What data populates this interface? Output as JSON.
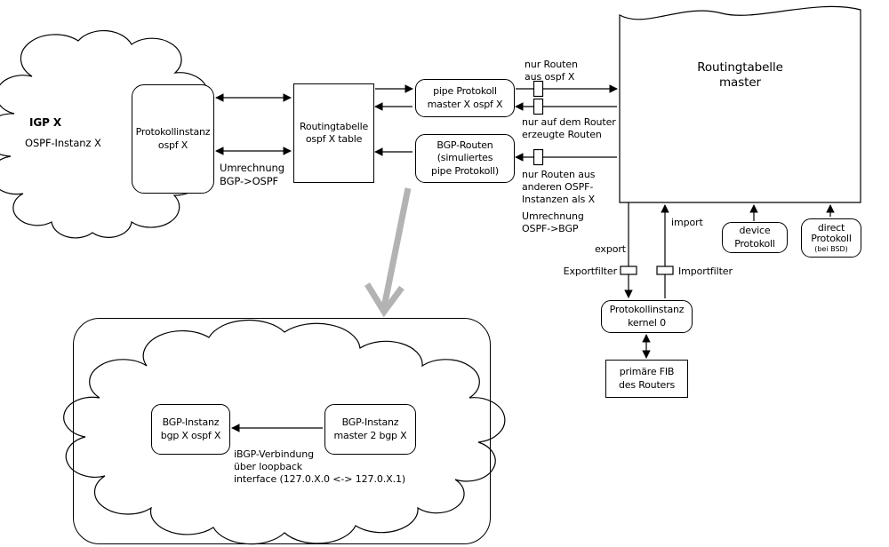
{
  "colors": {
    "line": "#000000",
    "gray_arrow": "#b3b3b3",
    "background": "#ffffff"
  },
  "igp_cloud": {
    "title": "IGP X",
    "subtitle": "OSPF-Instanz X"
  },
  "boxes": {
    "protokollinstanz_ospf": "Protokollinstanz\nospf X",
    "routingtabelle_ospf": "Routingtabelle\nospf X table",
    "pipe_protokoll": "pipe Protokoll\nmaster X ospf X",
    "bgp_routen": "BGP-Routen\n(simuliertes\npipe Protokoll)",
    "routingtabelle_master": "Routingtabelle\nmaster",
    "protokollinstanz_kernel": "Protokollinstanz\nkernel 0",
    "primaere_fib": "primäre FIB\ndes Routers",
    "device_protokoll": "device\nProtokoll",
    "direct_protokoll": "direct\nProtokoll",
    "direct_protokoll_note": "(bei BSD)",
    "bgp_instanz_ospf": "BGP-Instanz\nbgp X ospf X",
    "bgp_instanz_master": "BGP-Instanz\nmaster 2 bgp X"
  },
  "labels": {
    "umrechnung_bgp_ospf": "Umrechnung\nBGP->OSPF",
    "nur_routen_ospf": "nur Routen\naus ospf X",
    "nur_router_erzeugt": "nur auf dem Router\nerzeugte Routen",
    "nur_routen_andere": "nur Routen aus\nanderen OSPF-\nInstanzen als X",
    "umrechnung_ospf_bgp": "Umrechnung\nOSPF->BGP",
    "export": "export",
    "import": "import",
    "exportfilter": "Exportfilter",
    "importfilter": "Importfilter",
    "ibgp": "iBGP-Verbindung\nüber loopback\ninterface (127.0.X.0 <-> 127.0.X.1)"
  }
}
